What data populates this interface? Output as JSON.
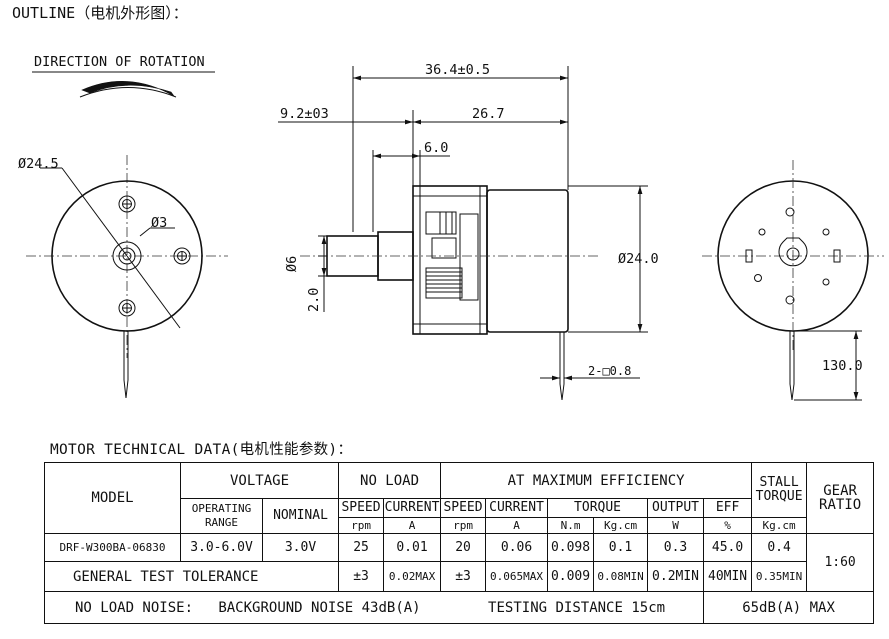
{
  "drawing": {
    "outline_title": "OUTLINE（电机外形图）：",
    "rotation_label": "DIRECTION OF ROTATION",
    "dims": {
      "overall_length": "36.4±0.5",
      "shaft_offset": "9.2±03",
      "body_length": "26.7",
      "shaft_length": "6.0",
      "body_diameter": "Ø24.0",
      "shaft_diameter": "Ø6",
      "shaft_step": "2.0",
      "terminal_size": "2-□0.8",
      "terminal_length": "130.0",
      "front_diameter": "Ø24.5",
      "front_shaft_diameter": "Ø3"
    }
  },
  "tech": {
    "title": "MOTOR TECHNICAL DATA(电机性能参数)：",
    "headers": {
      "model": "MODEL",
      "voltage": "VOLTAGE",
      "operating_range_1": "OPERATING",
      "operating_range_2": "RANGE",
      "nominal": "NOMINAL",
      "no_load": "NO LOAD",
      "at_max_eff": "AT MAXIMUM EFFICIENCY",
      "stall_1": "STALL",
      "stall_2": "TORQUE",
      "gear_1": "GEAR",
      "gear_2": "RATIO",
      "speed": "SPEED",
      "current": "CURRENT",
      "torque": "TORQUE",
      "output": "OUTPUT",
      "eff": "EFF"
    },
    "units": {
      "nl_speed": "rpm",
      "nl_current": "A",
      "me_speed": "rpm",
      "me_current": "A",
      "torque_nm": "N.m",
      "torque_kg": "Kg.cm",
      "output": "W",
      "eff": "%",
      "stall": "Kg.cm"
    },
    "row": {
      "model": "DRF-W300BA-06830",
      "operating_range": "3.0-6.0V",
      "nominal": "3.0V",
      "nl_speed": "25",
      "nl_current": "0.01",
      "me_speed": "20",
      "me_current": "0.06",
      "torque_nm": "0.098",
      "torque_kg": "0.1",
      "output": "0.3",
      "eff": "45.0",
      "stall": "0.4",
      "gear_ratio": "1:60"
    },
    "tolerance": {
      "label": "GENERAL TEST TOLERANCE",
      "nl_speed": "±3",
      "nl_current": "0.02MAX",
      "me_speed": "±3",
      "me_current": "0.065MAX",
      "torque_nm": "0.009",
      "torque_kg": "0.08MIN",
      "output": "0.2MIN",
      "eff": "40MIN",
      "stall": "0.35MIN"
    },
    "noise": {
      "label": "NO LOAD NOISE:",
      "background": "BACKGROUND NOISE 43dB(A)",
      "distance": "TESTING DISTANCE 15cm",
      "max": "65dB(A)  MAX"
    }
  }
}
